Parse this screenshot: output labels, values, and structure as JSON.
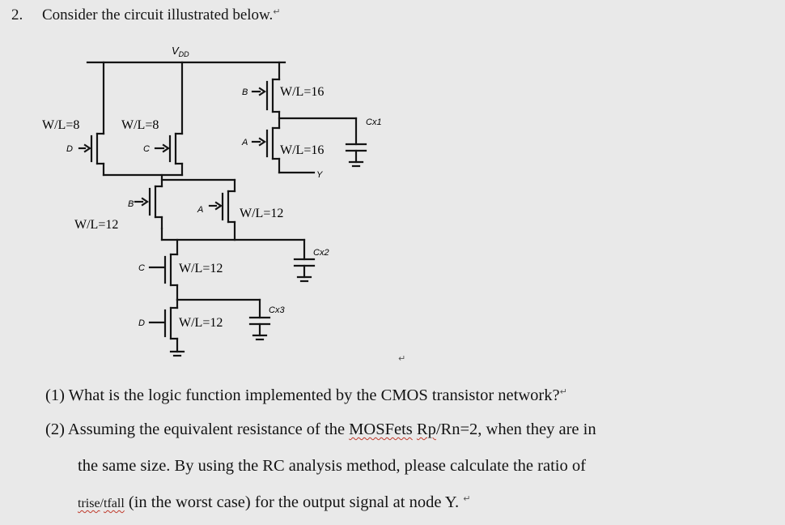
{
  "question": {
    "number": "2.",
    "title": "Consider the circuit illustrated below."
  },
  "circuit": {
    "supply_label": "V",
    "supply_sub": "DD",
    "pmos_d": {
      "size": "W/L=8",
      "gate": "D"
    },
    "pmos_c": {
      "size": "W/L=8",
      "gate": "C"
    },
    "pmos_b_top": {
      "size": "W/L=16",
      "gate": "B"
    },
    "pmos_a_top": {
      "size": "W/L=16",
      "gate": "A"
    },
    "pmos_b_mid": {
      "size": "W/L=12",
      "gate": "B"
    },
    "pmos_a_mid": {
      "size": "W/L=12",
      "gate": "A"
    },
    "nmos_c": {
      "size": "W/L=12",
      "gate": "C"
    },
    "nmos_d": {
      "size": "W/L=12",
      "gate": "D"
    },
    "output_label": "Y",
    "capacitors": [
      "Cx1",
      "Cx2",
      "Cx3"
    ]
  },
  "subquestions": {
    "q1": "(1) What is the logic function implemented by the CMOS transistor network?",
    "q2_pre": "(2) Assuming the equivalent resistance of the ",
    "q2_mosfets": "MOSFets",
    "q2_ratio": "Rp",
    "q2_post": "/Rn=2, when they are in",
    "q2_line2": "the same size. By using the RC analysis method, please calculate the ratio of",
    "q2_trise": "trise",
    "q2_slash": "/",
    "q2_tfall": "tfall",
    "q2_line3_rest": " (in the worst case) for the output signal at node Y."
  },
  "marks": {
    "return": "↵"
  }
}
